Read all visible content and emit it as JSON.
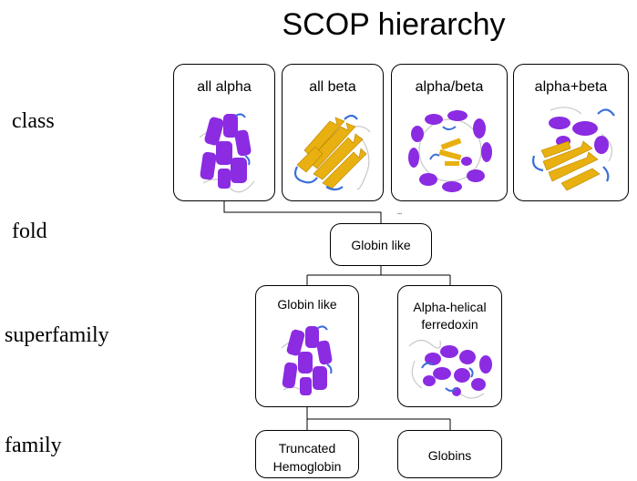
{
  "title": "SCOP hierarchy",
  "levels": {
    "class": "class",
    "fold": "fold",
    "superfamily": "superfamily",
    "family": "family"
  },
  "classes": [
    {
      "label": "all alpha",
      "image": "alpha-helix-protein-structure"
    },
    {
      "label": "all beta",
      "image": "beta-sheet-protein-structure"
    },
    {
      "label": "alpha/beta",
      "image": "alpha-beta-barrel-protein-structure"
    },
    {
      "label": "alpha+beta",
      "image": "alpha-plus-beta-protein-structure"
    }
  ],
  "fold": {
    "label": "Globin like"
  },
  "superfamilies": [
    {
      "label": "Globin like",
      "image": "globin-protein-structure"
    },
    {
      "label": "Alpha-helical ferredoxin",
      "image": "ferredoxin-protein-structure"
    }
  ],
  "families": [
    {
      "label": "Truncated Hemoglobin"
    },
    {
      "label": "Globins"
    }
  ],
  "colors": {
    "helix": "#8b2be2",
    "sheet": "#e8b010",
    "loop": "#3a6fd8",
    "coil": "#c8c8c8"
  }
}
